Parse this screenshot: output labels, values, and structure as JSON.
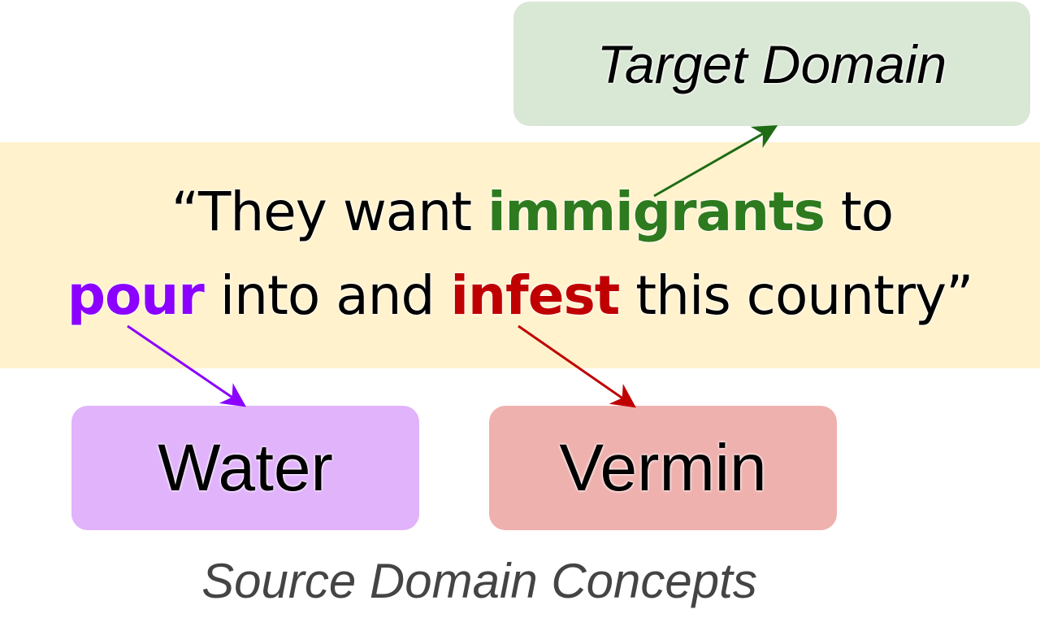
{
  "diagram": {
    "target_box": {
      "label": "Target Domain",
      "color": "#d9e7d5"
    },
    "sentence": {
      "line1": {
        "pre": "“They want ",
        "highlight": "immigrants",
        "post": " to",
        "highlight_color": "#2e7a1e"
      },
      "line2": {
        "w1": "pour",
        "w1_color": "#8b00ff",
        "mid": " into and ",
        "w2": "infest",
        "w2_color": "#c00000",
        "post": " this country”"
      },
      "background": "#fff2cc"
    },
    "source_boxes": [
      {
        "label": "Water",
        "color": "#e0b3fb"
      },
      {
        "label": "Vermin",
        "color": "#efb1ae"
      }
    ],
    "source_caption": "Source Domain Concepts",
    "arrows": [
      {
        "from": "immigrants",
        "to": "Target Domain",
        "color": "#1e6b14"
      },
      {
        "from": "pour",
        "to": "Water",
        "color": "#8b00ff"
      },
      {
        "from": "infest",
        "to": "Vermin",
        "color": "#c00000"
      }
    ]
  }
}
